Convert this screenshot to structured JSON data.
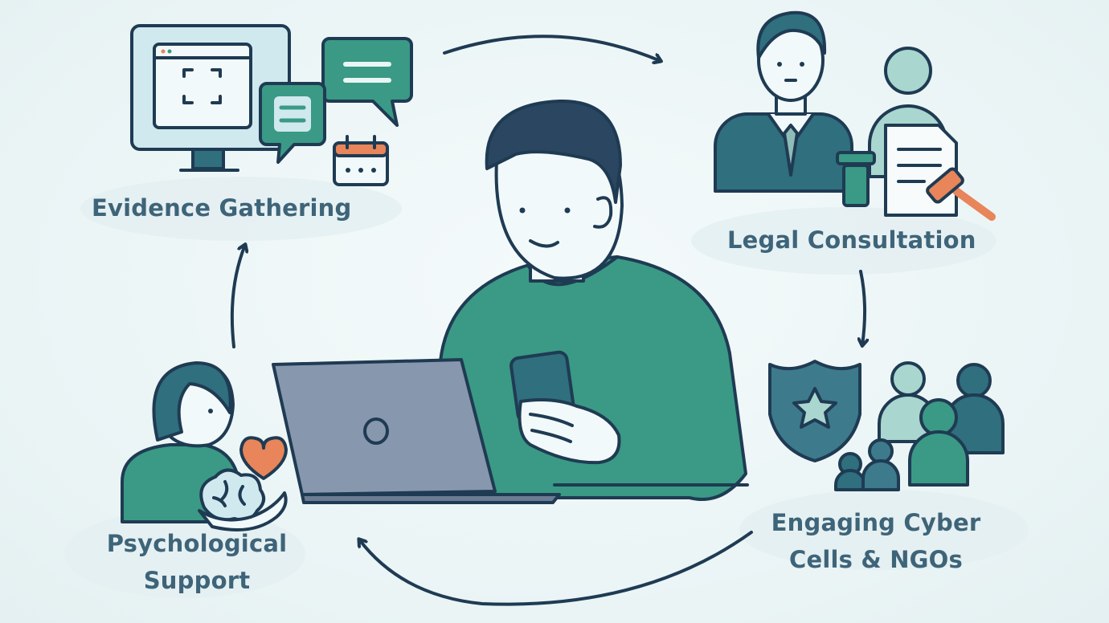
{
  "steps": {
    "evidence": {
      "label": "Evidence Gathering"
    },
    "legal": {
      "label": "Legal Consultation"
    },
    "engaging": {
      "line1": "Engaging Cyber",
      "line2": "Cells & NGOs"
    },
    "psychological": {
      "line1": "Psychological",
      "line2": "Support"
    }
  },
  "colors": {
    "outline": "#1f3b53",
    "teal": "#3a9a85",
    "dark_teal": "#2f6f7e",
    "light_teal": "#a9d6cf",
    "pale_teal": "#cfe9ee",
    "slate": "#8797ad",
    "accent_orange": "#e8855a",
    "label": "#3e6479"
  },
  "icons": [
    "monitor-icon",
    "chat-bubble-icon",
    "calendar-icon",
    "lawyer-icon",
    "document-icon",
    "gavel-icon",
    "police-badge-icon",
    "people-group-icon",
    "heart-icon",
    "brain-icon",
    "laptop-icon",
    "smartphone-icon"
  ]
}
